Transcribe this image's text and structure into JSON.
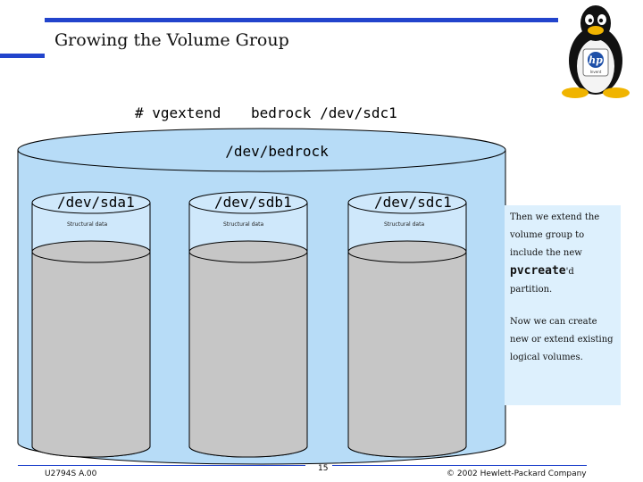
{
  "slide": {
    "title": "Growing the Volume Group",
    "command_prefix": "# vgextend",
    "command_args": "bedrock /dev/sdc1"
  },
  "volume_group": {
    "name": "/dev/bedrock",
    "disks": [
      {
        "name": "/dev/sda1",
        "meta_label": "Structural data"
      },
      {
        "name": "/dev/sdb1",
        "meta_label": "Structural data"
      },
      {
        "name": "/dev/sdc1",
        "meta_label": "Structural data"
      }
    ]
  },
  "note": {
    "line1_pre": "Then we extend the volume group to include the new",
    "line1_code": "pvcreate",
    "line1_post": "'d partition.",
    "line2": "Now we can create new or extend existing logical volumes."
  },
  "logo": {
    "badge_text": "hp",
    "badge_subtext": "Invent"
  },
  "footer": {
    "left": "U2794S A.00",
    "page": "15",
    "right": "© 2002 Hewlett-Packard Company"
  },
  "colors": {
    "accent_bar": "#2244cc",
    "cylinder_fill": "#b7dcf7",
    "disk_fill": "#c6c6c6",
    "note_fill": "#ddf0fd"
  }
}
